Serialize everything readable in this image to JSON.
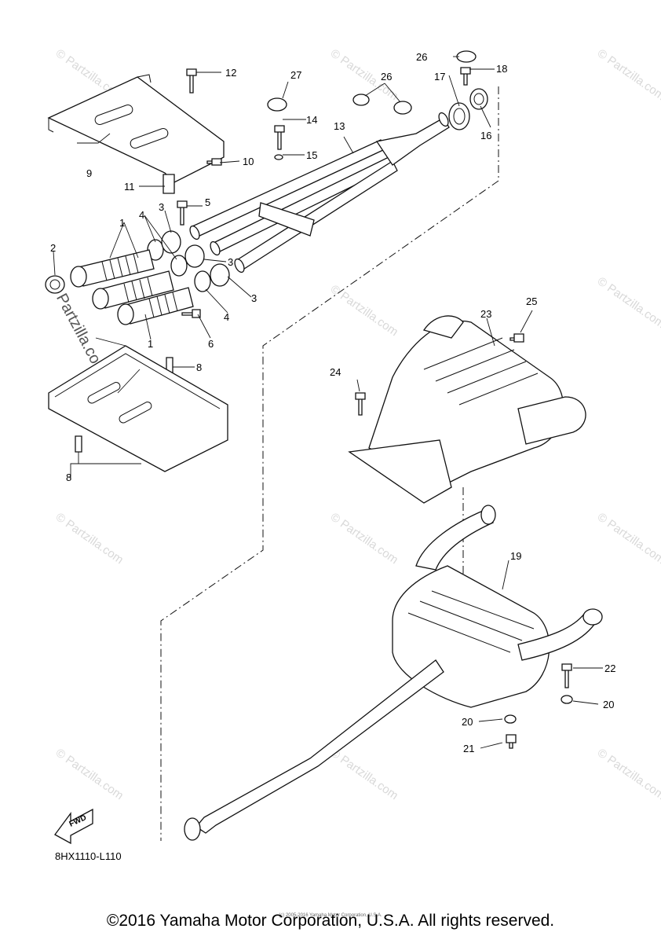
{
  "diagram": {
    "code": "8HX1110-L110",
    "fwd_label": "FWD",
    "watermark": "© Partzilla.com",
    "callouts": {
      "c1a": "1",
      "c1b": "1",
      "c2": "2",
      "c3a": "3",
      "c3b": "3",
      "c3c": "3",
      "c4a": "4",
      "c4b": "4",
      "c5": "5",
      "c6": "6",
      "c8a": "8",
      "c8b": "8",
      "c9": "9",
      "c10": "10",
      "c11": "11",
      "c12": "12",
      "c13": "13",
      "c14": "14",
      "c15": "15",
      "c16": "16",
      "c17": "17",
      "c18": "18",
      "c19": "19",
      "c20a": "20",
      "c20b": "20",
      "c21": "21",
      "c22": "22",
      "c23": "23",
      "c24": "24",
      "c25": "25",
      "c26a": "26",
      "c26b": "26",
      "c27": "27"
    }
  },
  "footer": {
    "copyright": "©2016 Yamaha Motor Corporation, U.S.A. All rights reserved.",
    "small_copyright": "(c) 2005-2016 Yamaha Motor Corporation, U.S.A."
  }
}
